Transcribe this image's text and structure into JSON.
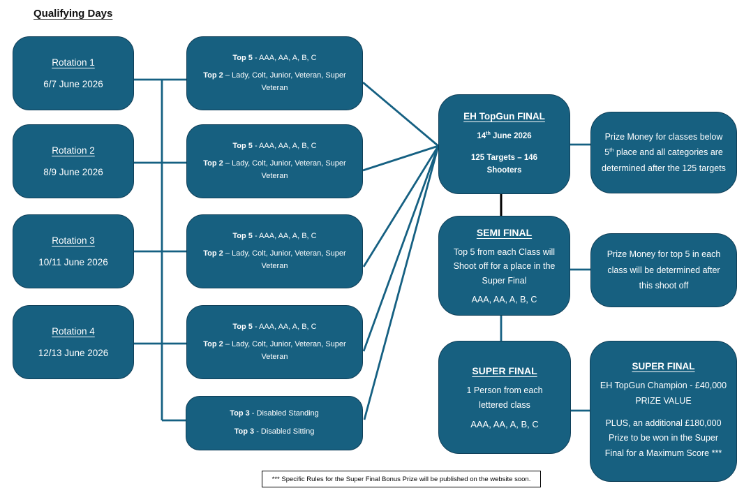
{
  "title": "Qualifying Days",
  "colors": {
    "box_fill": "#176080",
    "box_border": "#0f3f58",
    "connector": "#156082",
    "connector_dark": "#000000",
    "text_on_box": "#ffffff"
  },
  "rotations": [
    {
      "name": "Rotation 1",
      "date": "6/7 June 2026"
    },
    {
      "name": "Rotation 2",
      "date": "8/9 June 2026"
    },
    {
      "name": "Rotation 3",
      "date": "10/11 June 2026"
    },
    {
      "name": "Rotation 4",
      "date": "12/13 June 2026"
    }
  ],
  "qualifiers": [
    {
      "top5_label": "Top 5",
      "top5_rest": " - AAA, AA, A, B, C",
      "top2_label": "Top 2",
      "top2_rest": " – Lady, Colt, Junior, Veteran, Super Veteran"
    },
    {
      "top5_label": "Top 5",
      "top5_rest": " - AAA, AA, A, B, C",
      "top2_label": "Top 2",
      "top2_rest": " – Lady, Colt, Junior, Veteran, Super Veteran"
    },
    {
      "top5_label": "Top 5",
      "top5_rest": " - AAA, AA, A, B, C",
      "top2_label": "Top 2",
      "top2_rest": " – Lady, Colt, Junior, Veteran, Super Veteran"
    },
    {
      "top5_label": "Top 5",
      "top5_rest": " - AAA, AA, A, B, C",
      "top2_label": "Top 2",
      "top2_rest": " – Lady, Colt, Junior, Veteran, Super Veteran"
    }
  ],
  "disabled_box": {
    "line1_label": "Top 3",
    "line1_rest": " - Disabled Standing",
    "line2_label": "Top 3",
    "line2_rest": " - Disabled Sitting"
  },
  "final_box": {
    "title": "EH TopGun FINAL",
    "date_num": "14",
    "date_sup": "th",
    "date_rest": " June 2026",
    "targets": "125 Targets – 146 Shooters"
  },
  "semi_final": {
    "title": "SEMI FINAL",
    "body": "Top 5 from each Class will Shoot off for a place in the Super Final",
    "classes": "AAA, AA, A, B, C"
  },
  "super_final": {
    "title": "SUPER FINAL",
    "body": "1 Person from each lettered class",
    "classes": "AAA, AA, A, B, C"
  },
  "prizes": {
    "final_pre": "Prize Money for classes below 5",
    "final_sup": "th",
    "final_post": " place and all categories are determined after the 125 targets",
    "semi": "Prize Money for top 5 in each class will be determined after this shoot off",
    "super_title": "SUPER FINAL",
    "super_line1": "EH TopGun Champion - £40,000 PRIZE VALUE",
    "super_line2": "PLUS, an additional £180,000 Prize to be won in the Super Final for a Maximum Score ***"
  },
  "footnote": "*** Specific Rules for the Super Final Bonus Prize will be published on the website soon."
}
